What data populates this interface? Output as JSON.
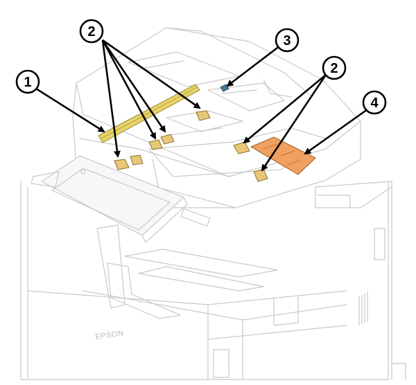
{
  "brand_label": "EPSON",
  "callouts": [
    {
      "id": "1",
      "label": "1"
    },
    {
      "id": "2a",
      "label": "2"
    },
    {
      "id": "3",
      "label": "3"
    },
    {
      "id": "2b",
      "label": "2"
    },
    {
      "id": "4",
      "label": "4"
    }
  ],
  "colors": {
    "bar_part": "#e7d36a",
    "pad_part": "#e8c878",
    "board_part": "#f0a060",
    "sensor_part": "#4a7a9a",
    "outline": "#c8c8c8",
    "callout": "#000000"
  }
}
